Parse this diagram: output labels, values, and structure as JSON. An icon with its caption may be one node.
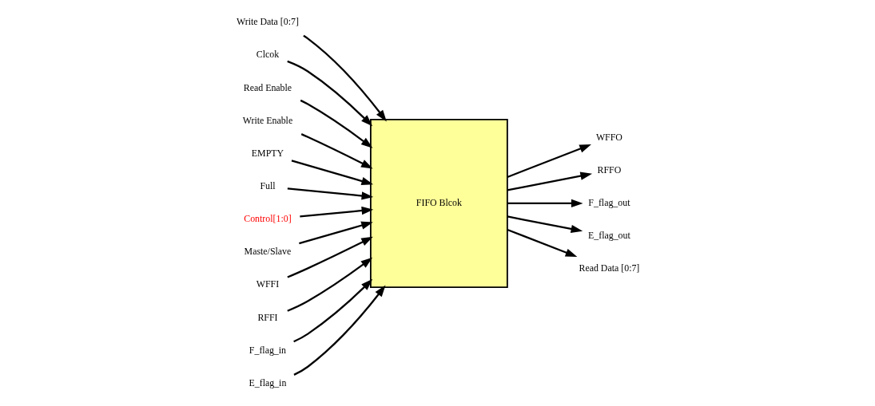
{
  "diagram": {
    "nodes": [
      {
        "text": [
          "WFFO"
        ]
      },
      {
        "text": [
          "RFFO"
        ]
      },
      {
        "text": [
          "F_flag_out"
        ]
      },
      {
        "text": [
          "E_flag_out"
        ]
      },
      {
        "text": [
          "Write Data [0:7]"
        ]
      },
      {
        "text": [
          "Read Data [0:7]"
        ]
      },
      {
        "text": [
          "Clcok"
        ]
      },
      {
        "text": [
          "Read Enable"
        ]
      },
      {
        "text": [
          "FIFO Blcok"
        ]
      },
      {
        "text": [
          "Write Enable"
        ]
      },
      {
        "text": [
          "EMPTY"
        ]
      },
      {
        "text": [
          "Full"
        ]
      },
      {
        "text": [
          "Control[1:0]"
        ]
      },
      {
        "text": [
          "Maste/Slave"
        ]
      },
      {
        "text": [
          "WFFI"
        ]
      },
      {
        "text": [
          "RFFI"
        ]
      },
      {
        "text": [
          "F_flag_in"
        ]
      },
      {
        "text": [
          "E_flag_in"
        ]
      }
    ],
    "edges": [
      {
        "from": 8,
        "to": 0,
        "arrow": "to"
      },
      {
        "from": 8,
        "to": 1,
        "arrow": "to"
      },
      {
        "from": 8,
        "to": 2,
        "arrow": "to"
      },
      {
        "from": 8,
        "to": 3,
        "arrow": "to"
      },
      {
        "from": 4,
        "to": 8,
        "arrow": "to"
      },
      {
        "from": 8,
        "to": 5,
        "arrow": "to"
      },
      {
        "from": 6,
        "to": 8,
        "arrow": "to"
      },
      {
        "from": 7,
        "to": 8,
        "arrow": "to"
      },
      {
        "from": 9,
        "to": 8,
        "arrow": "to"
      },
      {
        "from": 10,
        "to": 8,
        "arrow": "to"
      },
      {
        "from": 11,
        "to": 8,
        "arrow": "to"
      },
      {
        "from": 12,
        "to": 8,
        "arrow": "to"
      },
      {
        "from": 13,
        "to": 8,
        "arrow": "to"
      },
      {
        "from": 14,
        "to": 8,
        "arrow": "to"
      },
      {
        "from": 15,
        "to": 8,
        "arrow": "to"
      },
      {
        "from": 16,
        "to": 8,
        "arrow": "to"
      },
      {
        "from": 17,
        "to": 8,
        "arrow": "to"
      }
    ]
  }
}
